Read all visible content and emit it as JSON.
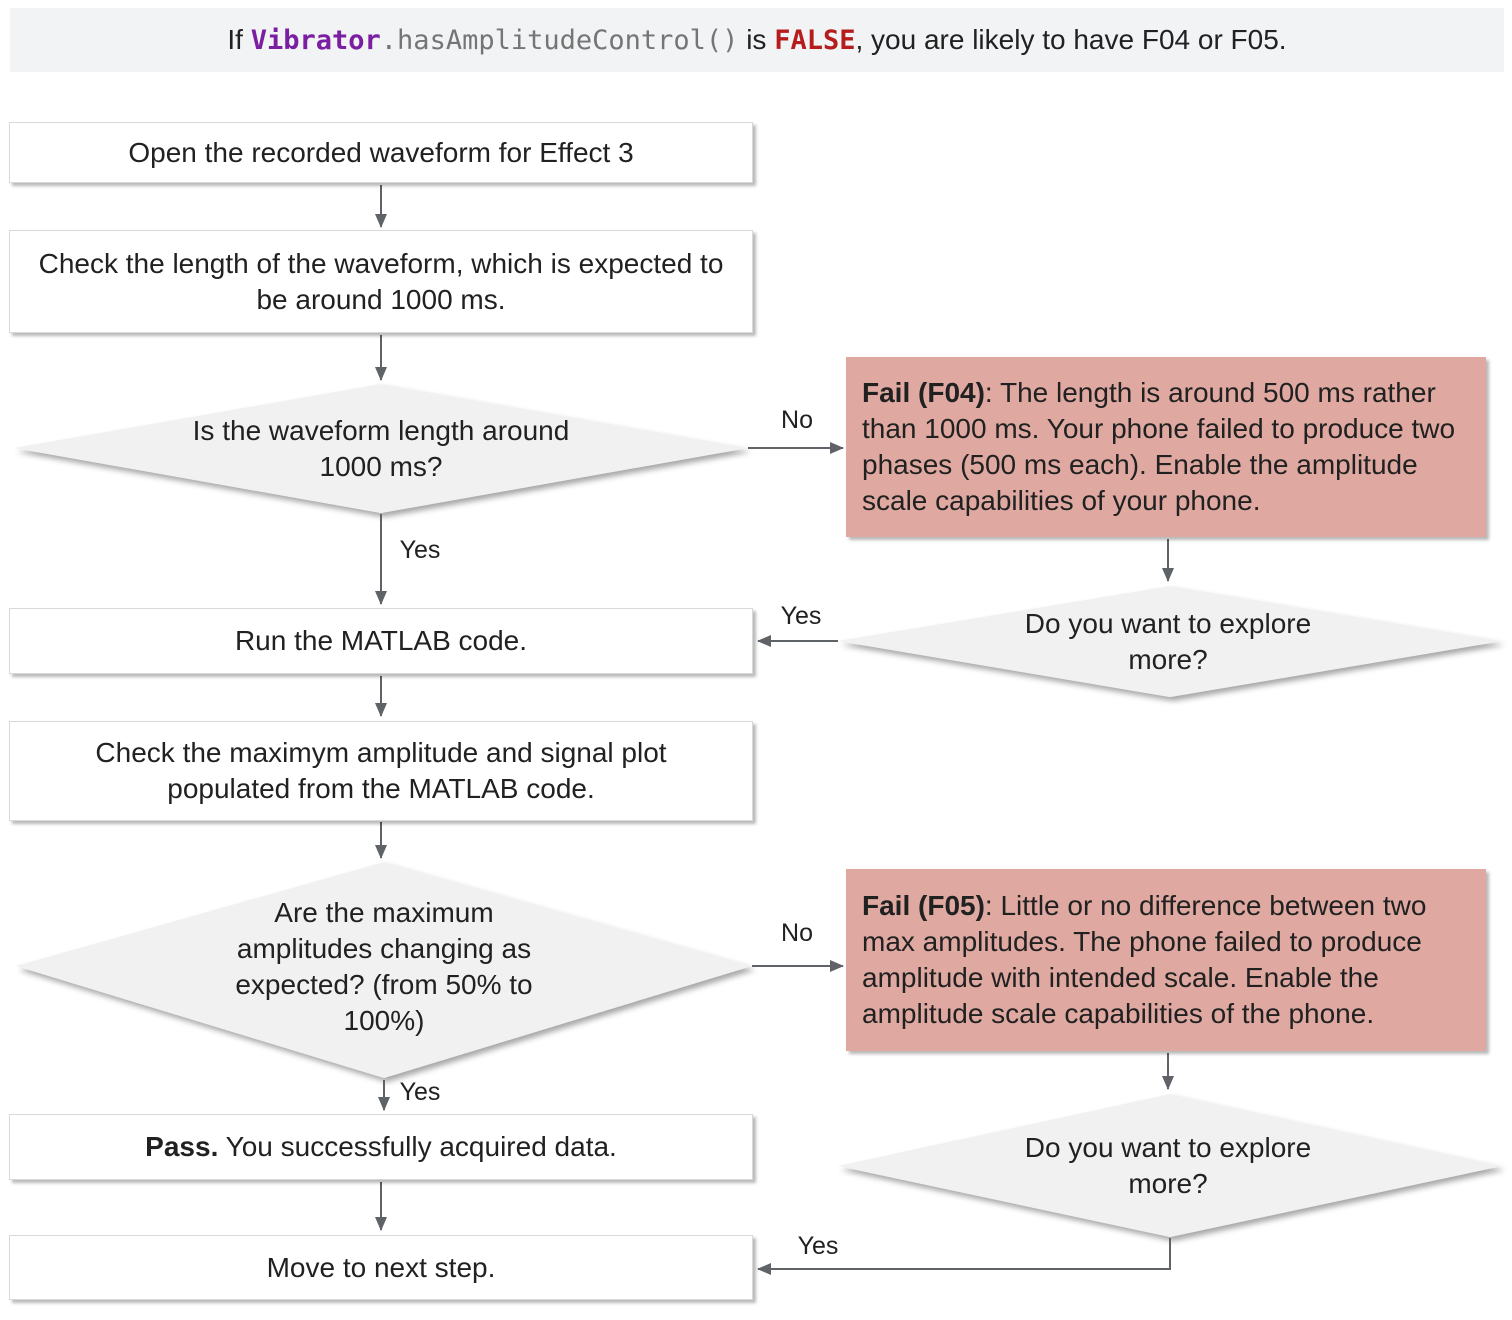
{
  "banner": {
    "part1": "If ",
    "code_object": "Vibrator",
    "code_method": ".hasAmplitudeControl()",
    "part2": " is ",
    "code_value": "FALSE",
    "part3": ", you are likely to have F04 or F05."
  },
  "flow": {
    "open_waveform": "Open the recorded waveform for Effect 3",
    "check_length": "Check the length of the waveform, which is expected to be around 1000 ms.",
    "is_length_q": "Is the waveform length around 1000 ms?",
    "run_matlab": "Run the MATLAB code.",
    "check_amplitude": "Check the maximym amplitude and signal plot populated from the MATLAB code.",
    "amplitudes_q": "Are the maximum amplitudes changing as expected? (from 50% to 100%)",
    "pass_bold": "Pass.",
    "pass_rest": " You successfully acquired data.",
    "move_next": "Move to next step.",
    "f04_bold": "Fail (F04)",
    "f04_rest": ": The length is around 500 ms rather than 1000 ms. Your phone failed to produce two phases (500 ms each). Enable the amplitude scale capabilities of your phone.",
    "f05_bold": "Fail (F05)",
    "f05_rest": ": Little or no difference between two max amplitudes. The phone failed to produce amplitude with intended scale. Enable the amplitude scale capabilities of the phone.",
    "explore_q1": "Do you want to explore more?",
    "explore_q2": "Do you want to explore more?"
  },
  "labels": {
    "no_f04": "No",
    "yes_run": "Yes",
    "yes_explore1": "Yes",
    "no_f05": "No",
    "yes_pass": "Yes",
    "yes_explore2": "Yes"
  },
  "colors": {
    "banner_bg": "#f1f3f4",
    "fail_bg": "#dfa9a1",
    "diamond_fill": "#f1f1f1",
    "box_border": "#d9d9d9",
    "arrow": "#5f6368",
    "code_purple": "#7b1fa2",
    "code_gray": "#757575",
    "code_red": "#b71c1c"
  }
}
